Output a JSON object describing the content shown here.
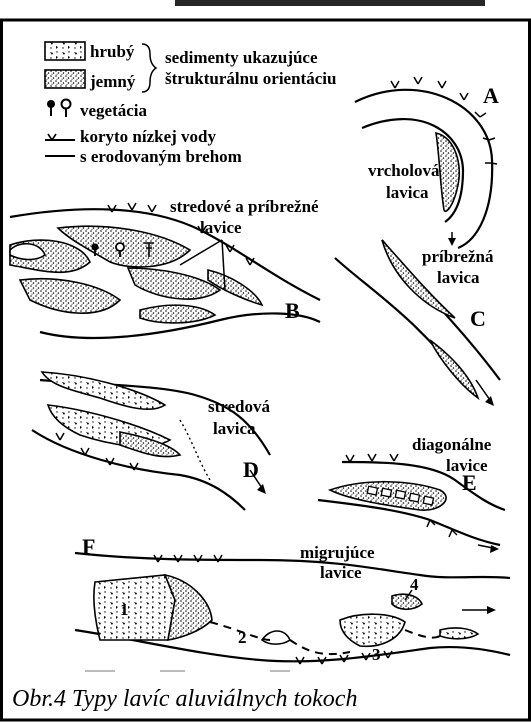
{
  "legend": {
    "coarse": "hrubý",
    "fine": "jemný",
    "sediments_line1": "sedimenty ukazujúce",
    "sediments_line2": "štrukturálnu orientáciu",
    "vegetation": "vegetácia",
    "channel_line1": "koryto nízkej vody",
    "channel_line2": "s erodovaným brehom"
  },
  "panels": {
    "A": {
      "letter": "A",
      "label_line1": "vrcholová",
      "label_line2": "lavica"
    },
    "B": {
      "letter": "B",
      "label_line1": "stredové a príbrežné",
      "label_line2": "lavice"
    },
    "C": {
      "letter": "C",
      "label_line1": "príbrežná",
      "label_line2": "lavica"
    },
    "D": {
      "letter": "D",
      "label_line1": "stredová",
      "label_line2": "lavica"
    },
    "E": {
      "letter": "E",
      "label_line1": "diagonálne",
      "label_line2": "lavice"
    },
    "F": {
      "letter": "F",
      "label_line1": "migrujúce",
      "label_line2": "lavice",
      "numbers": [
        "1",
        "2",
        "3",
        "4"
      ]
    }
  },
  "caption": "Obr.4 Typy lavíc aluviálnych tokoch"
}
